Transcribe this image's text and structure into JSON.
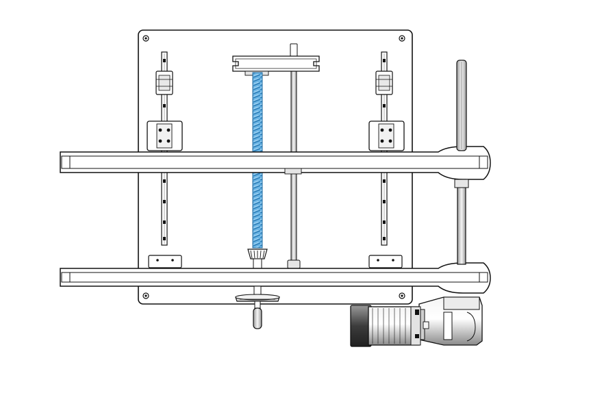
{
  "diagram": {
    "subject": "conveyor-width-adjustment-mechanism",
    "colors": {
      "background": "#ffffff",
      "line": "#111111",
      "metal_light": "#f2f2f2",
      "metal_mid": "#cfcfcf",
      "metal_dark": "#7a7a7a",
      "lead_screw": "#5aaee0",
      "lead_screw_dark": "#2f7fb8"
    },
    "components": [
      "back-plate",
      "left-linear-rail",
      "right-linear-rail",
      "left-upper-bracket",
      "right-upper-bracket",
      "left-lower-bracket",
      "right-lower-bracket",
      "lead-screw",
      "guide-rod",
      "top-crossbar-bracket",
      "upper-conveyor-rail",
      "lower-conveyor-rail",
      "drive-shaft",
      "bevel-gear",
      "handwheel",
      "hand-crank",
      "gear-motor"
    ]
  }
}
